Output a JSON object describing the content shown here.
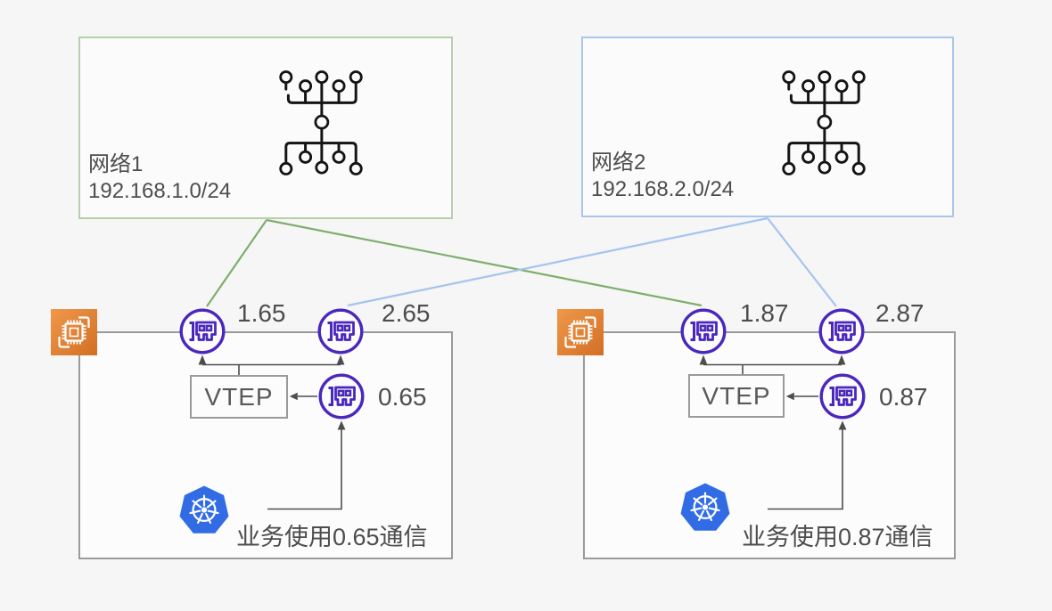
{
  "networks": [
    {
      "name": "网络1",
      "cidr": "192.168.1.0/24"
    },
    {
      "name": "网络2",
      "cidr": "192.168.2.0/24"
    }
  ],
  "hosts": [
    {
      "vtep_label": "VTEP",
      "nic_top_left": "1.65",
      "nic_top_right": "2.65",
      "nic_inner": "0.65",
      "note": "业务使用0.65通信"
    },
    {
      "vtep_label": "VTEP",
      "nic_top_left": "1.87",
      "nic_top_right": "2.87",
      "nic_inner": "0.87",
      "note": "业务使用0.87通信"
    }
  ],
  "icons": {
    "network_topology": "switch-tree-icon",
    "compute_host": "ec2-chip-icon",
    "nic": "network-interface-icon",
    "kubernetes": "kubernetes-helm-icon"
  },
  "colors": {
    "background": "#f5f6f5",
    "panel_fill": "#fbfbfb",
    "network1_border": "#b7cfad",
    "network2_border": "#abc6ee",
    "network1_line": "#7fae6d",
    "network2_line": "#a6c3ef",
    "host_border": "#9a9a9a",
    "nic_purple": "#4a27bd",
    "kubernetes_blue": "#326ce5",
    "ec2_orange_light": "#f0984a",
    "ec2_orange_dark": "#d26f25",
    "topology_black": "#141414",
    "text": "#4d4d4d",
    "arrow": "#4d4d4d"
  }
}
